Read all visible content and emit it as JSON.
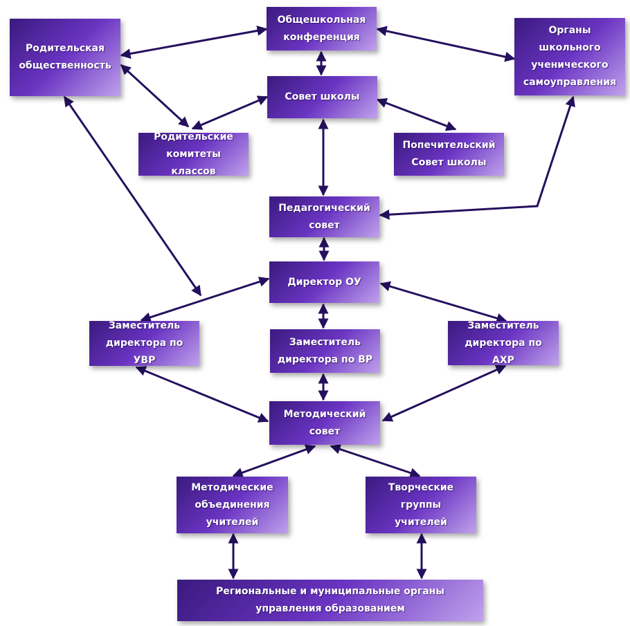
{
  "nodes": {
    "roditelskaya": "Родительская\nобщественность",
    "konferentsiya": "Общешкольная\nконференция",
    "organy": "Органы\nшкольного\nученического\nсамоуправления",
    "sovet_shkoly": "Совет школы",
    "rod_komitety": "Родительские\nкомитеты классов",
    "popechitelsky": "Попечительский\nСовет школы",
    "ped_sovet": "Педагогический\nсовет",
    "direktor": "Директор ОУ",
    "zam_uvr": "Заместитель\nдиректора по УВР",
    "zam_vr": "Заместитель\nдиректора по ВР",
    "zam_ahr": "Заместитель\nдиректора по АХР",
    "metod_sovet": "Методический\nсовет",
    "metod_obedineniya": "Методические\nобъединения\nучителей",
    "tvorcheskie": "Творческие\nгруппы\nучителей",
    "regionalnye": "Региональные и муниципальные органы\nуправления образованием"
  },
  "colors": {
    "box_dark": "#3a1a7e",
    "box_mid": "#6a34c2",
    "box_light": "#c0a2ec",
    "connector": "#24105e"
  }
}
